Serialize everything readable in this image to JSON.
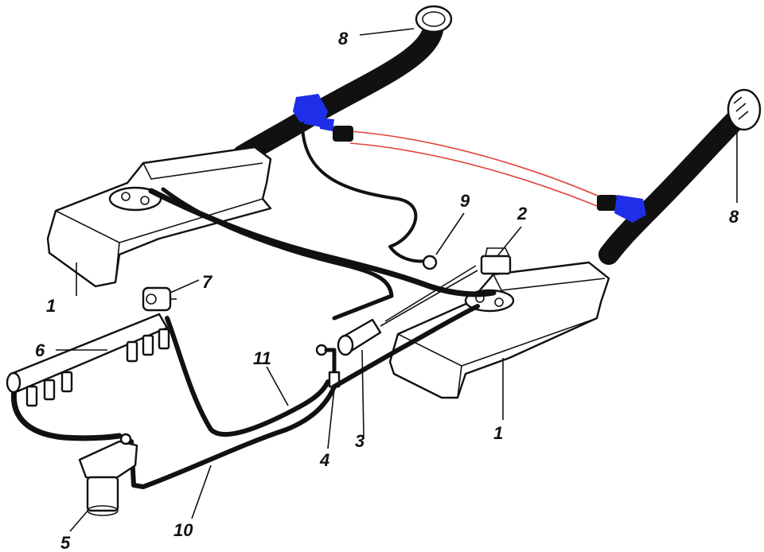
{
  "callouts": [
    {
      "id": "tank-left",
      "text": "1"
    },
    {
      "id": "tank-right",
      "text": "1"
    },
    {
      "id": "sender-right",
      "text": "2"
    },
    {
      "id": "pump",
      "text": "3"
    },
    {
      "id": "tee",
      "text": "4"
    },
    {
      "id": "filter",
      "text": "5"
    },
    {
      "id": "fuel-rail",
      "text": "6"
    },
    {
      "id": "pressure-regulator",
      "text": "7"
    },
    {
      "id": "filler-left",
      "text": "8"
    },
    {
      "id": "filler-right",
      "text": "8"
    },
    {
      "id": "valve",
      "text": "9"
    },
    {
      "id": "supply-line",
      "text": "10"
    },
    {
      "id": "return-line",
      "text": "11"
    }
  ],
  "colors": {
    "ink": "#111111",
    "marker_blue": "#1f2ee8",
    "marker_red": "#e0443a"
  }
}
